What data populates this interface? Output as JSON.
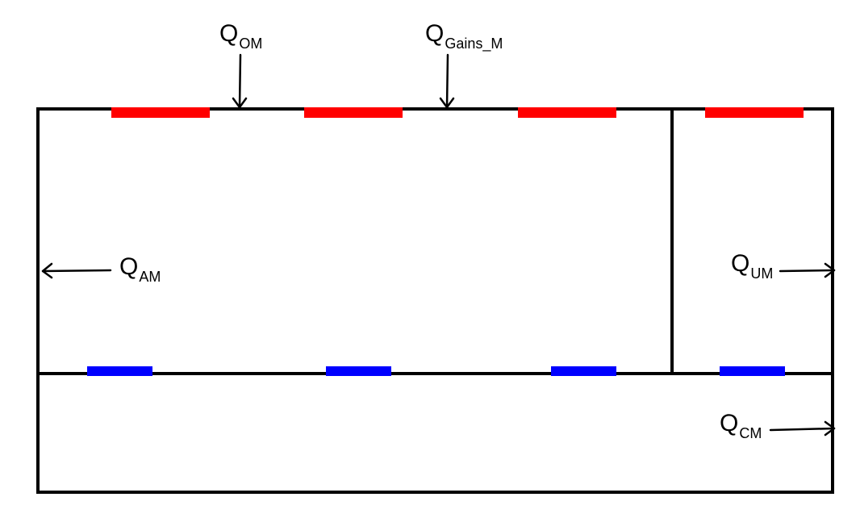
{
  "colors": {
    "outline": "#000000",
    "top_strip": "#ff0000",
    "bottom_strip": "#0000ff",
    "background": "#ffffff"
  },
  "labels": {
    "q_om": {
      "main": "Q",
      "sub": "OM"
    },
    "q_gains_m": {
      "main": "Q",
      "sub": "Gains_M"
    },
    "q_am": {
      "main": "Q",
      "sub": "AM"
    },
    "q_um": {
      "main": "Q",
      "sub": "UM"
    },
    "q_cm": {
      "main": "Q",
      "sub": "CM"
    }
  }
}
